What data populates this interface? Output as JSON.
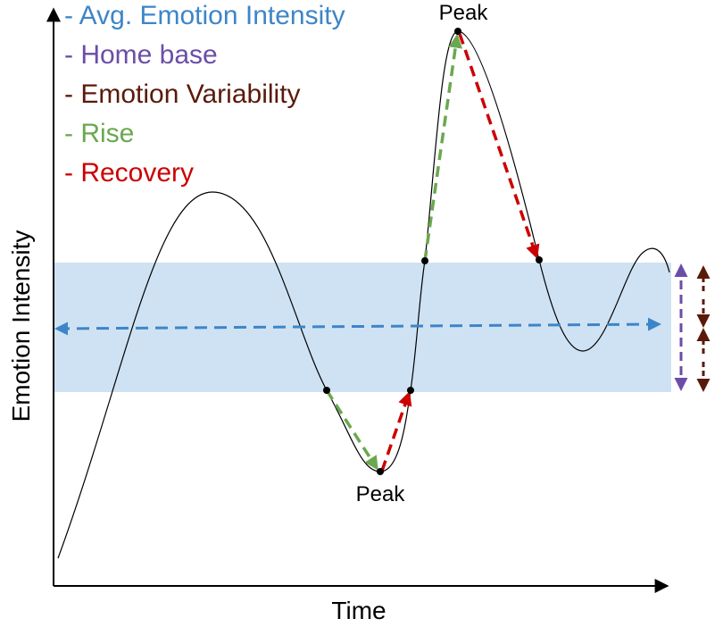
{
  "legend": [
    {
      "text": "- Avg. Emotion Intensity",
      "color": "#3d85c8"
    },
    {
      "text": "- Home base",
      "color": "#6b4da8"
    },
    {
      "text": "- Emotion Variability",
      "color": "#5a1a0a"
    },
    {
      "text": "- Rise",
      "color": "#6aa84f"
    },
    {
      "text": "- Recovery",
      "color": "#cc0000"
    }
  ],
  "axes": {
    "xlabel": "Time",
    "ylabel": "Emotion Intensity"
  },
  "annotations": {
    "peak_top": "Peak",
    "peak_bottom": "Peak"
  },
  "colors": {
    "home_base_band": "#cfe2f3",
    "average_arrow": "#3d85c8",
    "home_base_arrow": "#6b4da8",
    "variability_arrow": "#5a1a0a",
    "rise_arrow": "#6aa84f",
    "recovery_arrow": "#cc0000",
    "curve": "#000000"
  }
}
